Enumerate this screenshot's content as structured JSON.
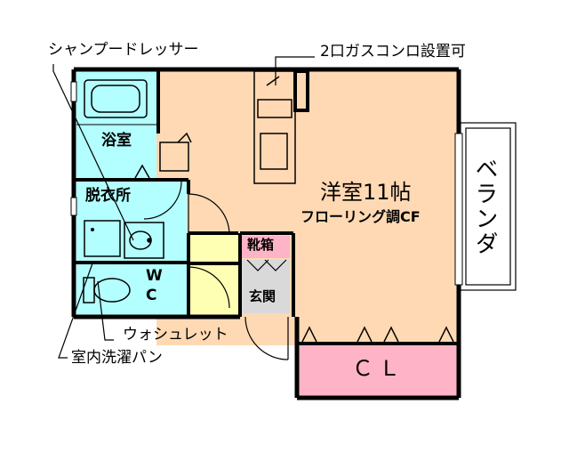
{
  "labels": {
    "shampoo_dresser": "シャンプードレッサー",
    "stove": "2口ガスコンロ設置可",
    "bath": "浴室",
    "dressing": "脱衣所",
    "wc_1": "W",
    "wc_2": "C",
    "washlet": "ウォシュレット",
    "laundry": "室内洗濯パン",
    "western_room": "洋室11帖",
    "flooring": "フローリング調CF",
    "shoe_box": "靴箱",
    "entrance": "玄関",
    "closet": "ＣＬ",
    "balcony": "ベランダ"
  },
  "colors": {
    "wall": "#000000",
    "western_room_fill": "#ffd9b3",
    "wet_area_fill": "#b3ffff",
    "hall_fill": "#ffffb3",
    "closet_fill": "#ffb3c6",
    "entrance_fill": "#d9d9d9"
  }
}
